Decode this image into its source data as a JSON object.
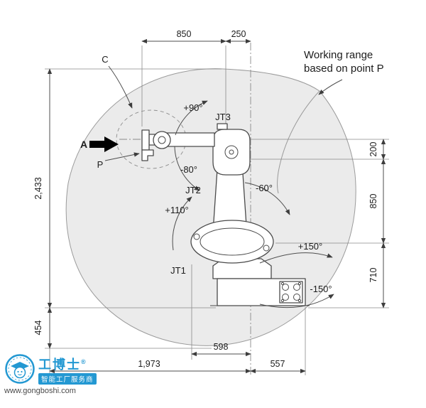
{
  "title": {
    "line1": "Working range",
    "line2": "based on point P"
  },
  "dimensions": {
    "top_850": "850",
    "top_250": "250",
    "left_2433": "2,433",
    "left_454": "454",
    "right_200": "200",
    "right_850": "850",
    "right_710": "710",
    "bottom_598": "598",
    "bottom_1973": "1,973",
    "bottom_557": "557"
  },
  "joints": {
    "jt1": "JT1",
    "jt2": "JT2",
    "jt3": "JT3"
  },
  "angles": {
    "jt3_plus": "+90°",
    "jt3_minus": "-80°",
    "jt2_plus": "+110°",
    "jt2_minus": "-60°",
    "jt1_plus": "+150°",
    "jt1_minus": "-150°"
  },
  "points": {
    "a": "A",
    "c": "C",
    "p": "P"
  },
  "watermark": {
    "brand": "工博士",
    "reg": "®",
    "tagline": "智能工厂服务商",
    "url": "www.gongboshi.com",
    "accent": "#2398d2"
  }
}
